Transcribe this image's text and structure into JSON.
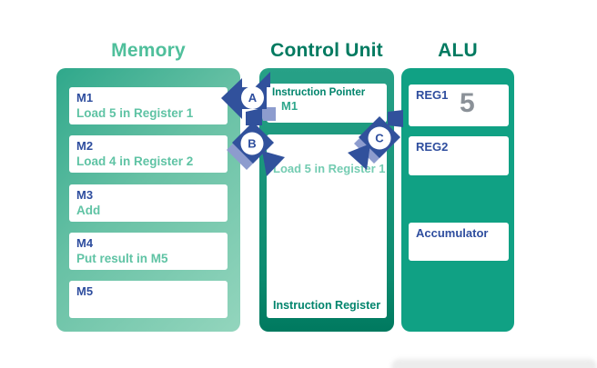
{
  "memory": {
    "title": "Memory",
    "cells": [
      {
        "label": "M1",
        "desc": "Load 5 in Register 1"
      },
      {
        "label": "M2",
        "desc": "Load 4 in Register 2"
      },
      {
        "label": "M3",
        "desc": "Add"
      },
      {
        "label": "M4",
        "desc": "Put result in M5"
      },
      {
        "label": "M5",
        "desc": ""
      }
    ]
  },
  "control_unit": {
    "title": "Control Unit",
    "instruction_pointer": {
      "label": "Instruction Pointer",
      "value": "M1"
    },
    "instruction_register": {
      "label": "Instruction Register",
      "content": "Load 5 in Register 1"
    }
  },
  "alu": {
    "title": "ALU",
    "reg1": {
      "label": "REG1",
      "value": "5"
    },
    "reg2": {
      "label": "REG2",
      "value": ""
    },
    "accumulator": {
      "label": "Accumulator",
      "value": ""
    }
  },
  "flow_markers": [
    {
      "label": "A"
    },
    {
      "label": "B"
    },
    {
      "label": "C"
    }
  ],
  "colors": {
    "memory_title": "#4fbf9b",
    "section_title": "#007a60",
    "memory_panel_gradient": [
      "#2fa88b",
      "#93d5bd"
    ],
    "control_unit_panel_gradient": [
      "#27a187",
      "#00795f"
    ],
    "alu_panel": "#10a184",
    "label_navy": "#2e4d9e",
    "memory_desc_green": "#5fc3a4",
    "cu_teal_text": "#00846c",
    "cu_instruction_green": "#74ccb2",
    "register_value_gray": "#8b9198",
    "arrow_navy": "#31519c",
    "arrow_light_blue": "#8d9cce"
  }
}
